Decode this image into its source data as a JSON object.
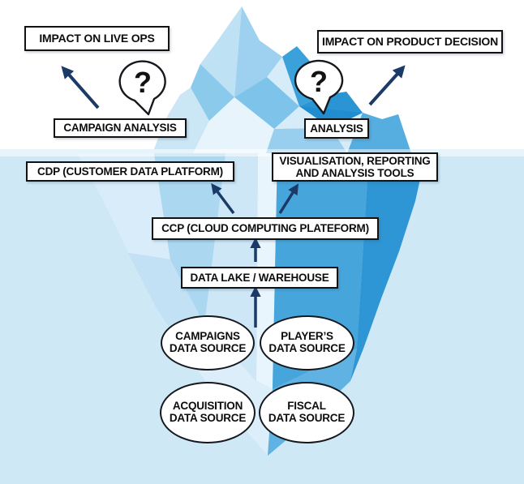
{
  "colors": {
    "water": "#cfe8f6",
    "arrow": "#1b3a68",
    "outline": "#121212",
    "iceberg-light": "#d8ecf9",
    "iceberg-mid": "#6fbce6",
    "iceberg-deep": "#2e96d4"
  },
  "above_water": {
    "impact_live_ops": "IMPACT ON LIVE OPS",
    "impact_product_decision": "IMPACT ON PRODUCT DECISION",
    "campaign_analysis": "CAMPAIGN ANALYSIS",
    "analysis": "ANALYSIS",
    "question_left": "?",
    "question_right": "?"
  },
  "below_water": {
    "cdp": "CDP (CUSTOMER DATA PLATFORM)",
    "visualisation_line1": "VISUALISATION, REPORTING",
    "visualisation_line2": "AND ANALYSIS TOOLS",
    "ccp": "CCP (CLOUD COMPUTING PLATEFORM)",
    "data_lake": "DATA LAKE / WAREHOUSE",
    "sources": [
      {
        "line1": "CAMPAIGNS",
        "line2": "DATA SOURCE"
      },
      {
        "line1": "PLAYER’S",
        "line2": "DATA SOURCE"
      },
      {
        "line1": "ACQUISITION",
        "line2": "DATA SOURCE"
      },
      {
        "line1": "FISCAL",
        "line2": "DATA SOURCE"
      }
    ]
  }
}
